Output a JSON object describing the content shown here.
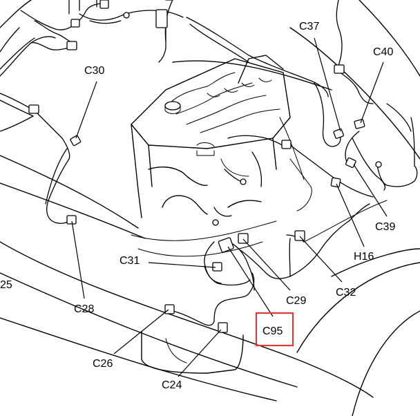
{
  "diagram": {
    "labels": {
      "c37": "C37",
      "c40": "C40",
      "c30": "C30",
      "c39": "C39",
      "h16": "H16",
      "c31": "C31",
      "c29": "C29",
      "c32": "C32",
      "c28": "C28",
      "c95": "C95",
      "c26": "C26",
      "c24": "C24",
      "c25_partial": "25"
    },
    "highlight_color": "#d93a3a",
    "highlighted": "c95"
  }
}
